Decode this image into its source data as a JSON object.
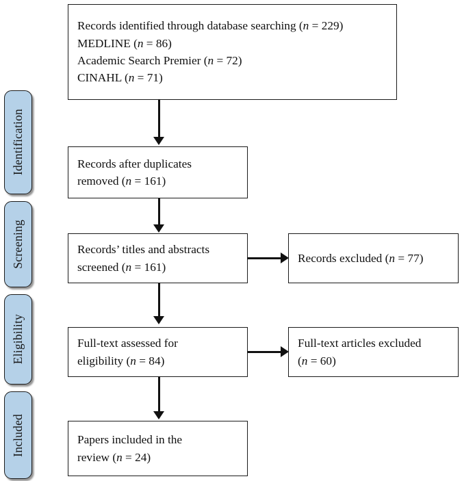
{
  "diagram": {
    "type": "prisma-flow-diagram",
    "stages": [
      {
        "id": "identification",
        "label": "Identification"
      },
      {
        "id": "screening",
        "label": "Screening"
      },
      {
        "id": "eligibility",
        "label": "Eligibility"
      },
      {
        "id": "included",
        "label": "Included"
      }
    ],
    "boxes": {
      "identified": {
        "lines": [
          "Records identified through database searching (n = 229)",
          "MEDLINE (n = 86)",
          "Academic Search Premier (n = 72)",
          "CINAHL (n = 71)"
        ]
      },
      "after_duplicates": {
        "lines": [
          "Records after duplicates",
          "removed (n = 161)"
        ]
      },
      "screened": {
        "lines": [
          "Records’ titles and abstracts",
          "screened (n = 161)"
        ]
      },
      "records_excluded": {
        "lines": [
          "Records excluded (n = 77)"
        ]
      },
      "fulltext_assessed": {
        "lines": [
          "Full-text assessed for",
          "eligibility (n = 84)"
        ]
      },
      "fulltext_excluded": {
        "lines": [
          "Full-text articles excluded",
          "(n = 60)"
        ]
      },
      "included_papers": {
        "lines": [
          "Papers included in the",
          "review (n = 24)"
        ]
      }
    },
    "counts": {
      "records_identified_total": 229,
      "medline": 86,
      "academic_search_premier": 72,
      "cinahl": 71,
      "after_duplicates_removed": 161,
      "titles_abstracts_screened": 161,
      "records_excluded": 77,
      "fulltext_assessed": 84,
      "fulltext_articles_excluded": 60,
      "papers_included": 24
    },
    "colors": {
      "stage_tab_fill": "#b5d1e8",
      "stage_tab_border": "#1b1b1b",
      "box_border": "#1a1a1a",
      "connector": "#111111",
      "background": "#ffffff",
      "text": "#101010"
    }
  }
}
